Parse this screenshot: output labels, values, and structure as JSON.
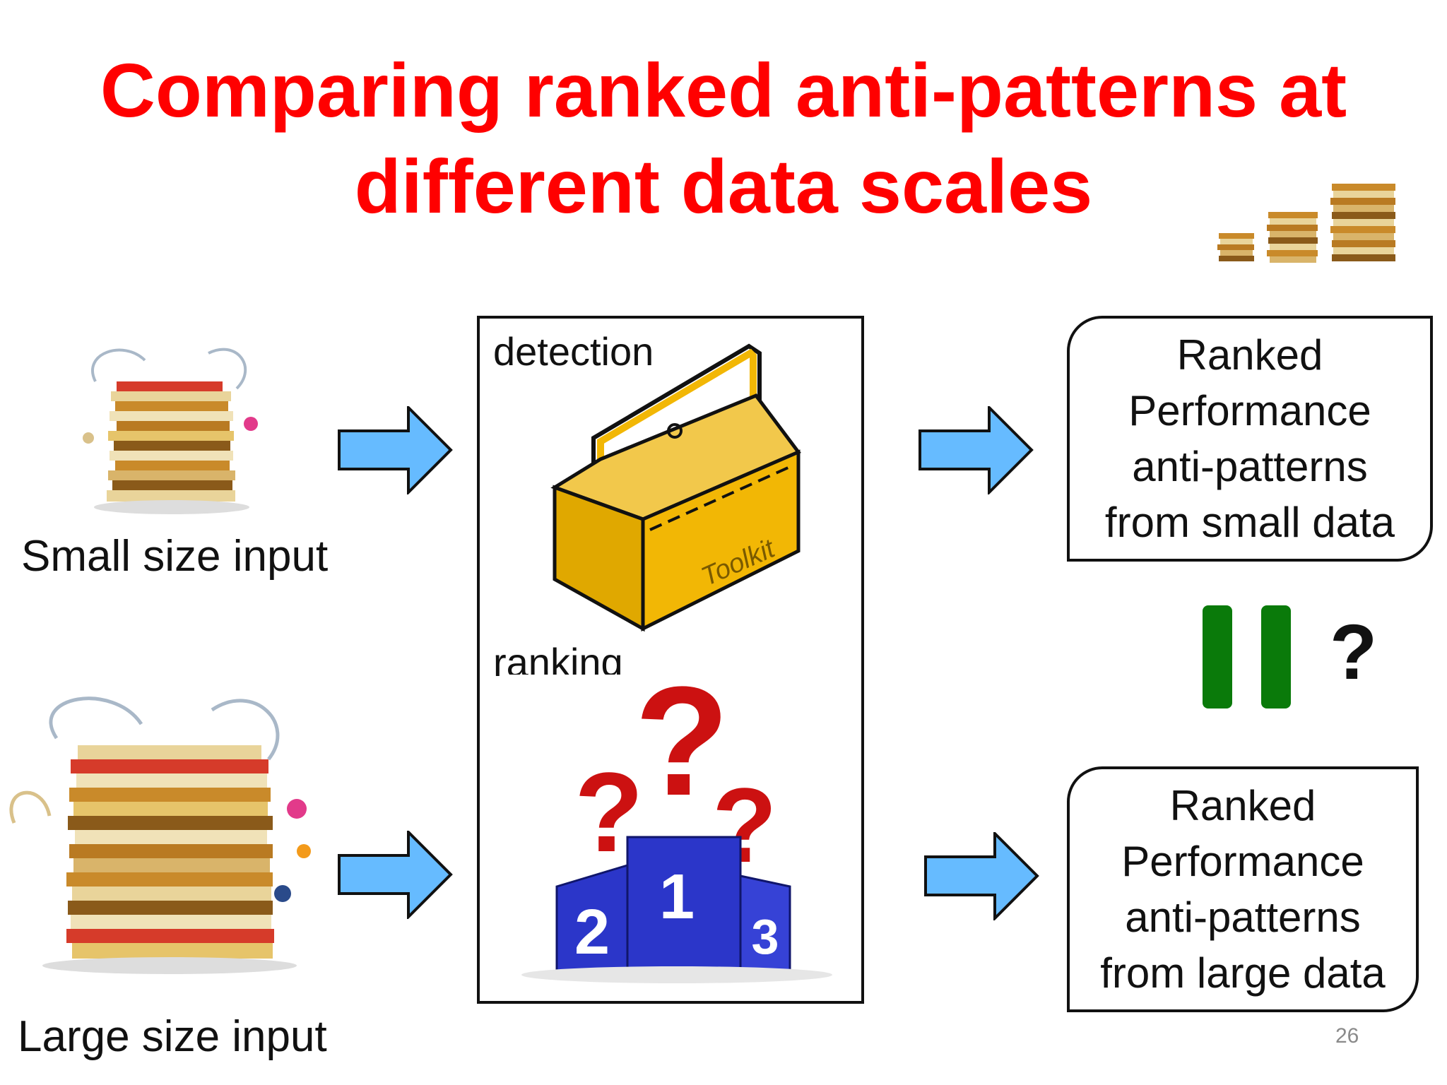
{
  "slide": {
    "title_line1": "Comparing ranked anti-patterns at",
    "title_line2": "different data scales",
    "slide_number": "26"
  },
  "inputs": {
    "small_label": "Small size input",
    "large_label": "Large size input"
  },
  "process": {
    "detection_label": "detection",
    "toolkit_text": "Toolkit",
    "ranking_label": "ranking",
    "podium_numbers": [
      "1",
      "2",
      "3"
    ]
  },
  "outputs": {
    "small": {
      "line1": "Ranked",
      "line2": "Performance",
      "line3": "anti-patterns",
      "line4": "from small data"
    },
    "large": {
      "line1": "Ranked",
      "line2": "Performance",
      "line3": "anti-patterns",
      "line4": "from large data"
    }
  },
  "comparison": {
    "question_mark": "?"
  },
  "colors": {
    "title": "#ff0000",
    "arrow_fill": "#66bbff",
    "equals_green": "#0a7a0a",
    "toolbox_yellow": "#f2b705",
    "podium_blue": "#2b36c9",
    "question_red": "#cc1111"
  }
}
